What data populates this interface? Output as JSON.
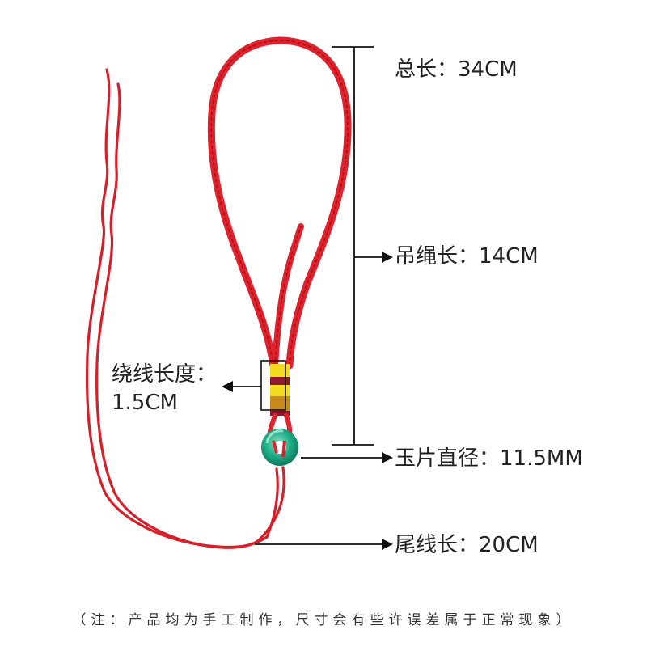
{
  "labels": {
    "total_length": "总长：34CM",
    "hanging_cord_length": "吊绳长：14CM",
    "winding_length_line1": "绕线长度：",
    "winding_length_line2": "1.5CM",
    "jade_diameter": "玉片直径：11.5MM",
    "tail_length": "尾线长：20CM"
  },
  "footer_note": "（注：产品均为手工制作，尺寸会有些许误差属于正常现象）",
  "colors": {
    "cord": "#e0222d",
    "cord_dark": "#b5121c",
    "winding_yellow": "#f2dc1e",
    "winding_maroon": "#8c1a2c",
    "jade": "#1fb089",
    "text": "#222222"
  }
}
